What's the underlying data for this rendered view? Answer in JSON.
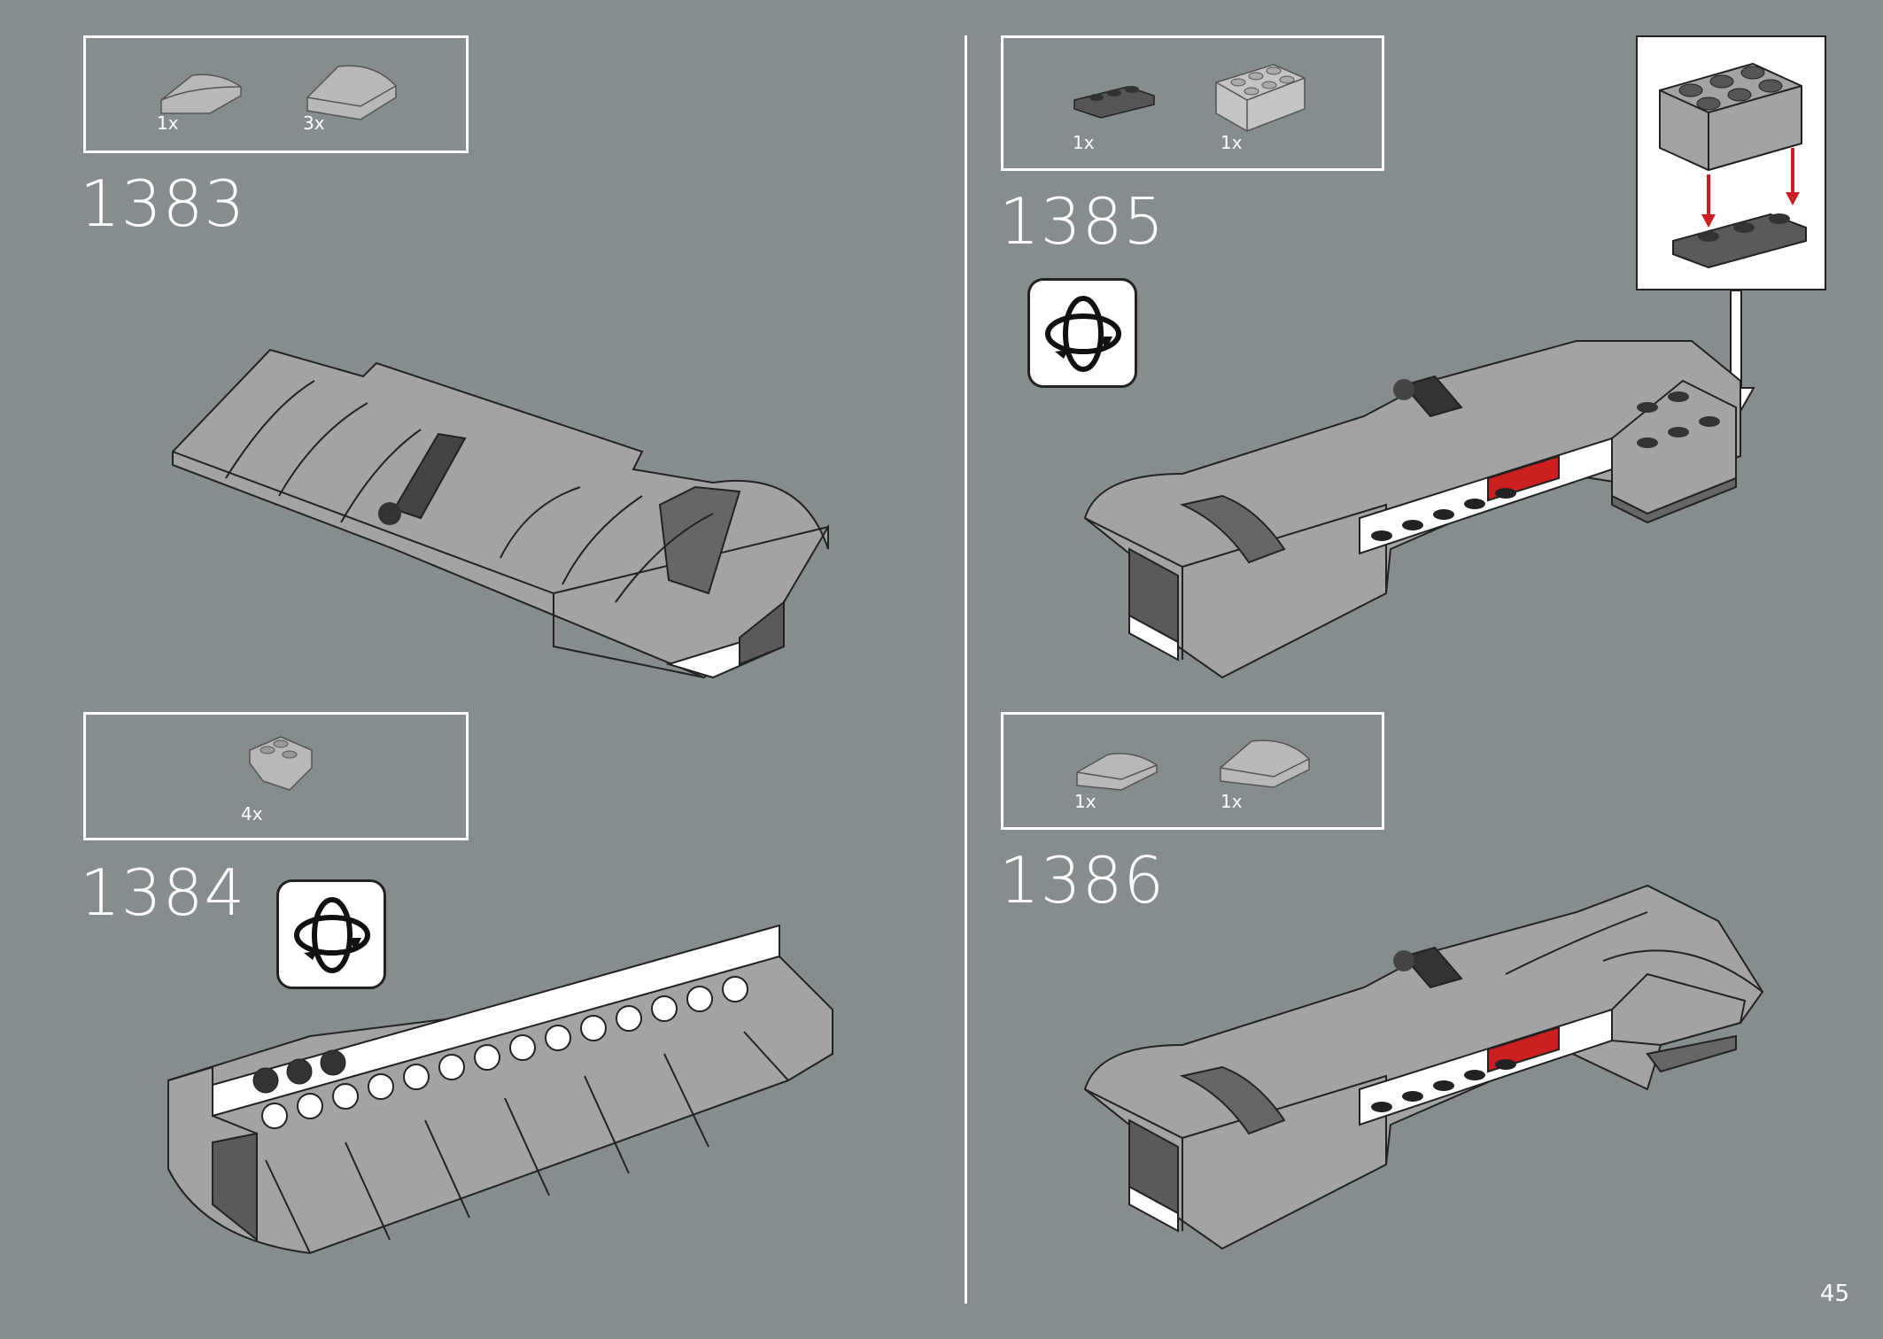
{
  "steps": [
    {
      "number": "1383",
      "parts": [
        {
          "qty": "1x"
        },
        {
          "qty": "3x"
        }
      ]
    },
    {
      "number": "1384",
      "parts": [
        {
          "qty": "4x"
        }
      ]
    },
    {
      "number": "1385",
      "parts": [
        {
          "qty": "1x"
        },
        {
          "qty": "1x"
        }
      ]
    },
    {
      "number": "1386",
      "parts": [
        {
          "qty": "1x"
        },
        {
          "qty": "1x"
        }
      ]
    }
  ],
  "icons": {
    "rotate": "rotate-model-icon"
  },
  "colors": {
    "background": "#858d8e",
    "brick_light": "#a3a3a3",
    "brick_dark": "#5a5a5a",
    "accent_red": "#cc1f1f"
  },
  "page_number": "45"
}
